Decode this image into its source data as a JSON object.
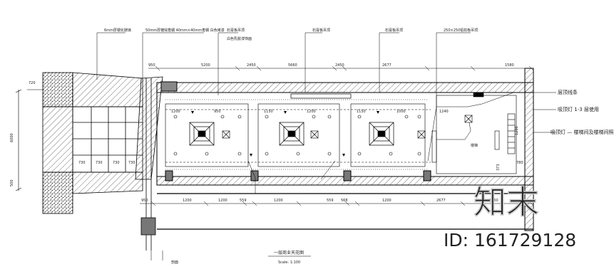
{
  "drawing": {
    "title": "一层商业天花图",
    "scale_note": "Scale: 1:100"
  },
  "top_notes": [
    "6mm厚钢化玻璃",
    "50mm厚镀锌角钢 40mm×40mm角钢 白色烤漆",
    "石膏板吊顶",
    "石膏板吊顶",
    "石膏板吊顶",
    "250×250铝扣板吊顶"
  ],
  "sub_note": "白色乳胶漆饰面",
  "top_dims": [
    "950",
    "5200",
    "2450",
    "5660",
    "2450",
    "2677",
    "1580"
  ],
  "inner_dims": [
    "1200",
    "950",
    "1150",
    "1200",
    "1150",
    "1000",
    "1240"
  ],
  "bottom_dims": [
    "950",
    "1200",
    "1200",
    "559",
    "1200",
    "559",
    "568",
    "1200",
    "2677",
    "3160"
  ],
  "glass_dims": [
    "730",
    "730",
    "730",
    "730"
  ],
  "left_dims": [
    "720",
    "6000",
    "500"
  ],
  "right_notes": [
    "层顶线条",
    "吸顶灯 1-3 层使用",
    "吸顶灯 — 楼梯间及楼梯间照明"
  ],
  "right_dims": [
    "1200",
    "780",
    "373"
  ],
  "room_label": "楼梯",
  "bottom_left_note": "剖面",
  "watermark": {
    "logo": "知末",
    "id": "ID: 161729128"
  }
}
